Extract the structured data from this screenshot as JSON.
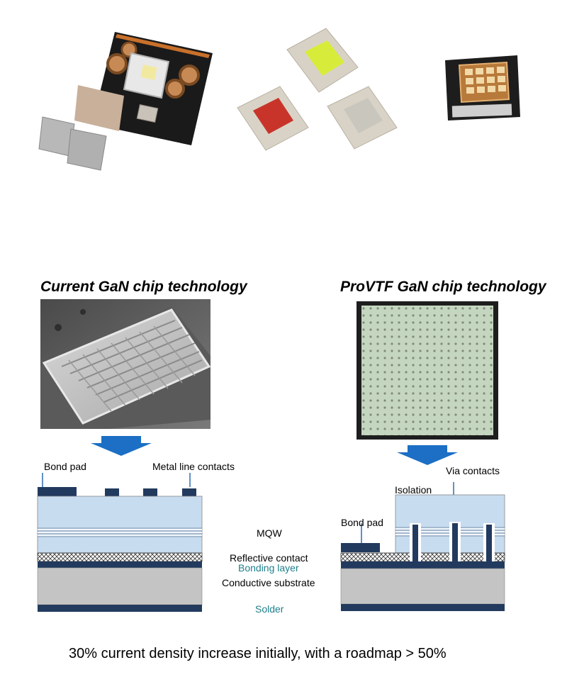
{
  "left": {
    "heading": "Current GaN chip technology",
    "labels": {
      "bond_pad": "Bond pad",
      "metal_line_contacts": "Metal line contacts"
    }
  },
  "right": {
    "heading": "ProVTF GaN chip technology",
    "labels": {
      "bond_pad": "Bond pad",
      "isolation": "Isolation",
      "via_contacts": "Via contacts"
    }
  },
  "layer_labels": {
    "mqw": "MQW",
    "reflective_contact": "Reflective contact",
    "bonding_layer": "Bonding layer",
    "conductive_substrate": "Conductive substrate",
    "solder": "Solder"
  },
  "footer": "30% current density increase initially, with a roadmap > 50%",
  "colors": {
    "arrow": "#1c6fc4",
    "gan_layer": "#c8dcf0",
    "dark_layer": "#223a5e",
    "substrate": "#c4c4c4",
    "teal_text": "#1e7f8c",
    "line": "#2a6bb8"
  }
}
